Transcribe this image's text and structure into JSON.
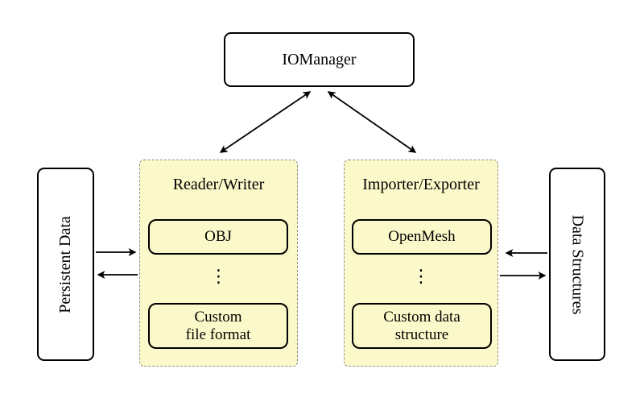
{
  "nodes": {
    "io_manager": "IOManager",
    "persistent_data": "Persistent Data",
    "data_structures": "Data Structures"
  },
  "groups": {
    "reader_writer": {
      "title": "Reader/Writer",
      "top_item": "OBJ",
      "ellipsis": "⋮",
      "bottom_item": "Custom\nfile format"
    },
    "importer_exporter": {
      "title": "Importer/Exporter",
      "top_item": "OpenMesh",
      "ellipsis": "⋮",
      "bottom_item": "Custom data\nstructure"
    }
  },
  "colors": {
    "group_fill": "#fbf9c9",
    "group_border": "#8e8e8e",
    "node_border": "#000000",
    "background": "#ffffff",
    "arrow": "#000000"
  }
}
